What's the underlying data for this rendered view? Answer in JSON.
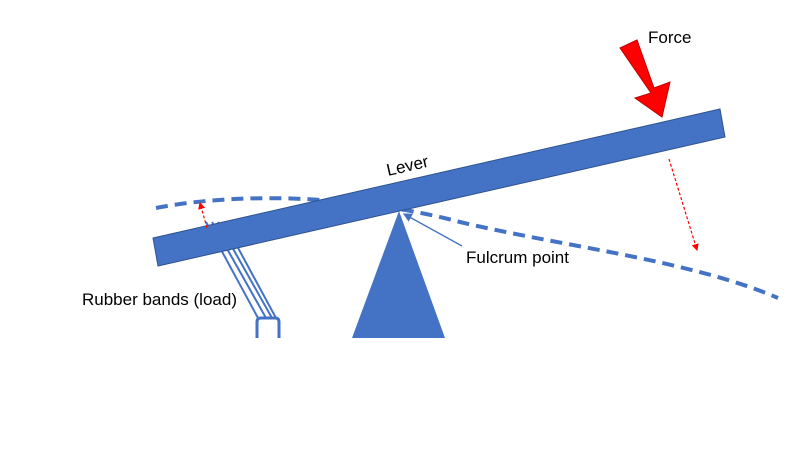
{
  "labels": {
    "force": "Force",
    "lever": "Lever",
    "fulcrum": "Fulcrum point",
    "rubber_bands": "Rubber bands (load)"
  },
  "colors": {
    "lever": "#4472C4",
    "fulcrum": "#4472C4",
    "arc": "#4472C4",
    "force_arrow": "#FF0000",
    "motion_arrows": "#FF0000",
    "text": "#000000"
  }
}
